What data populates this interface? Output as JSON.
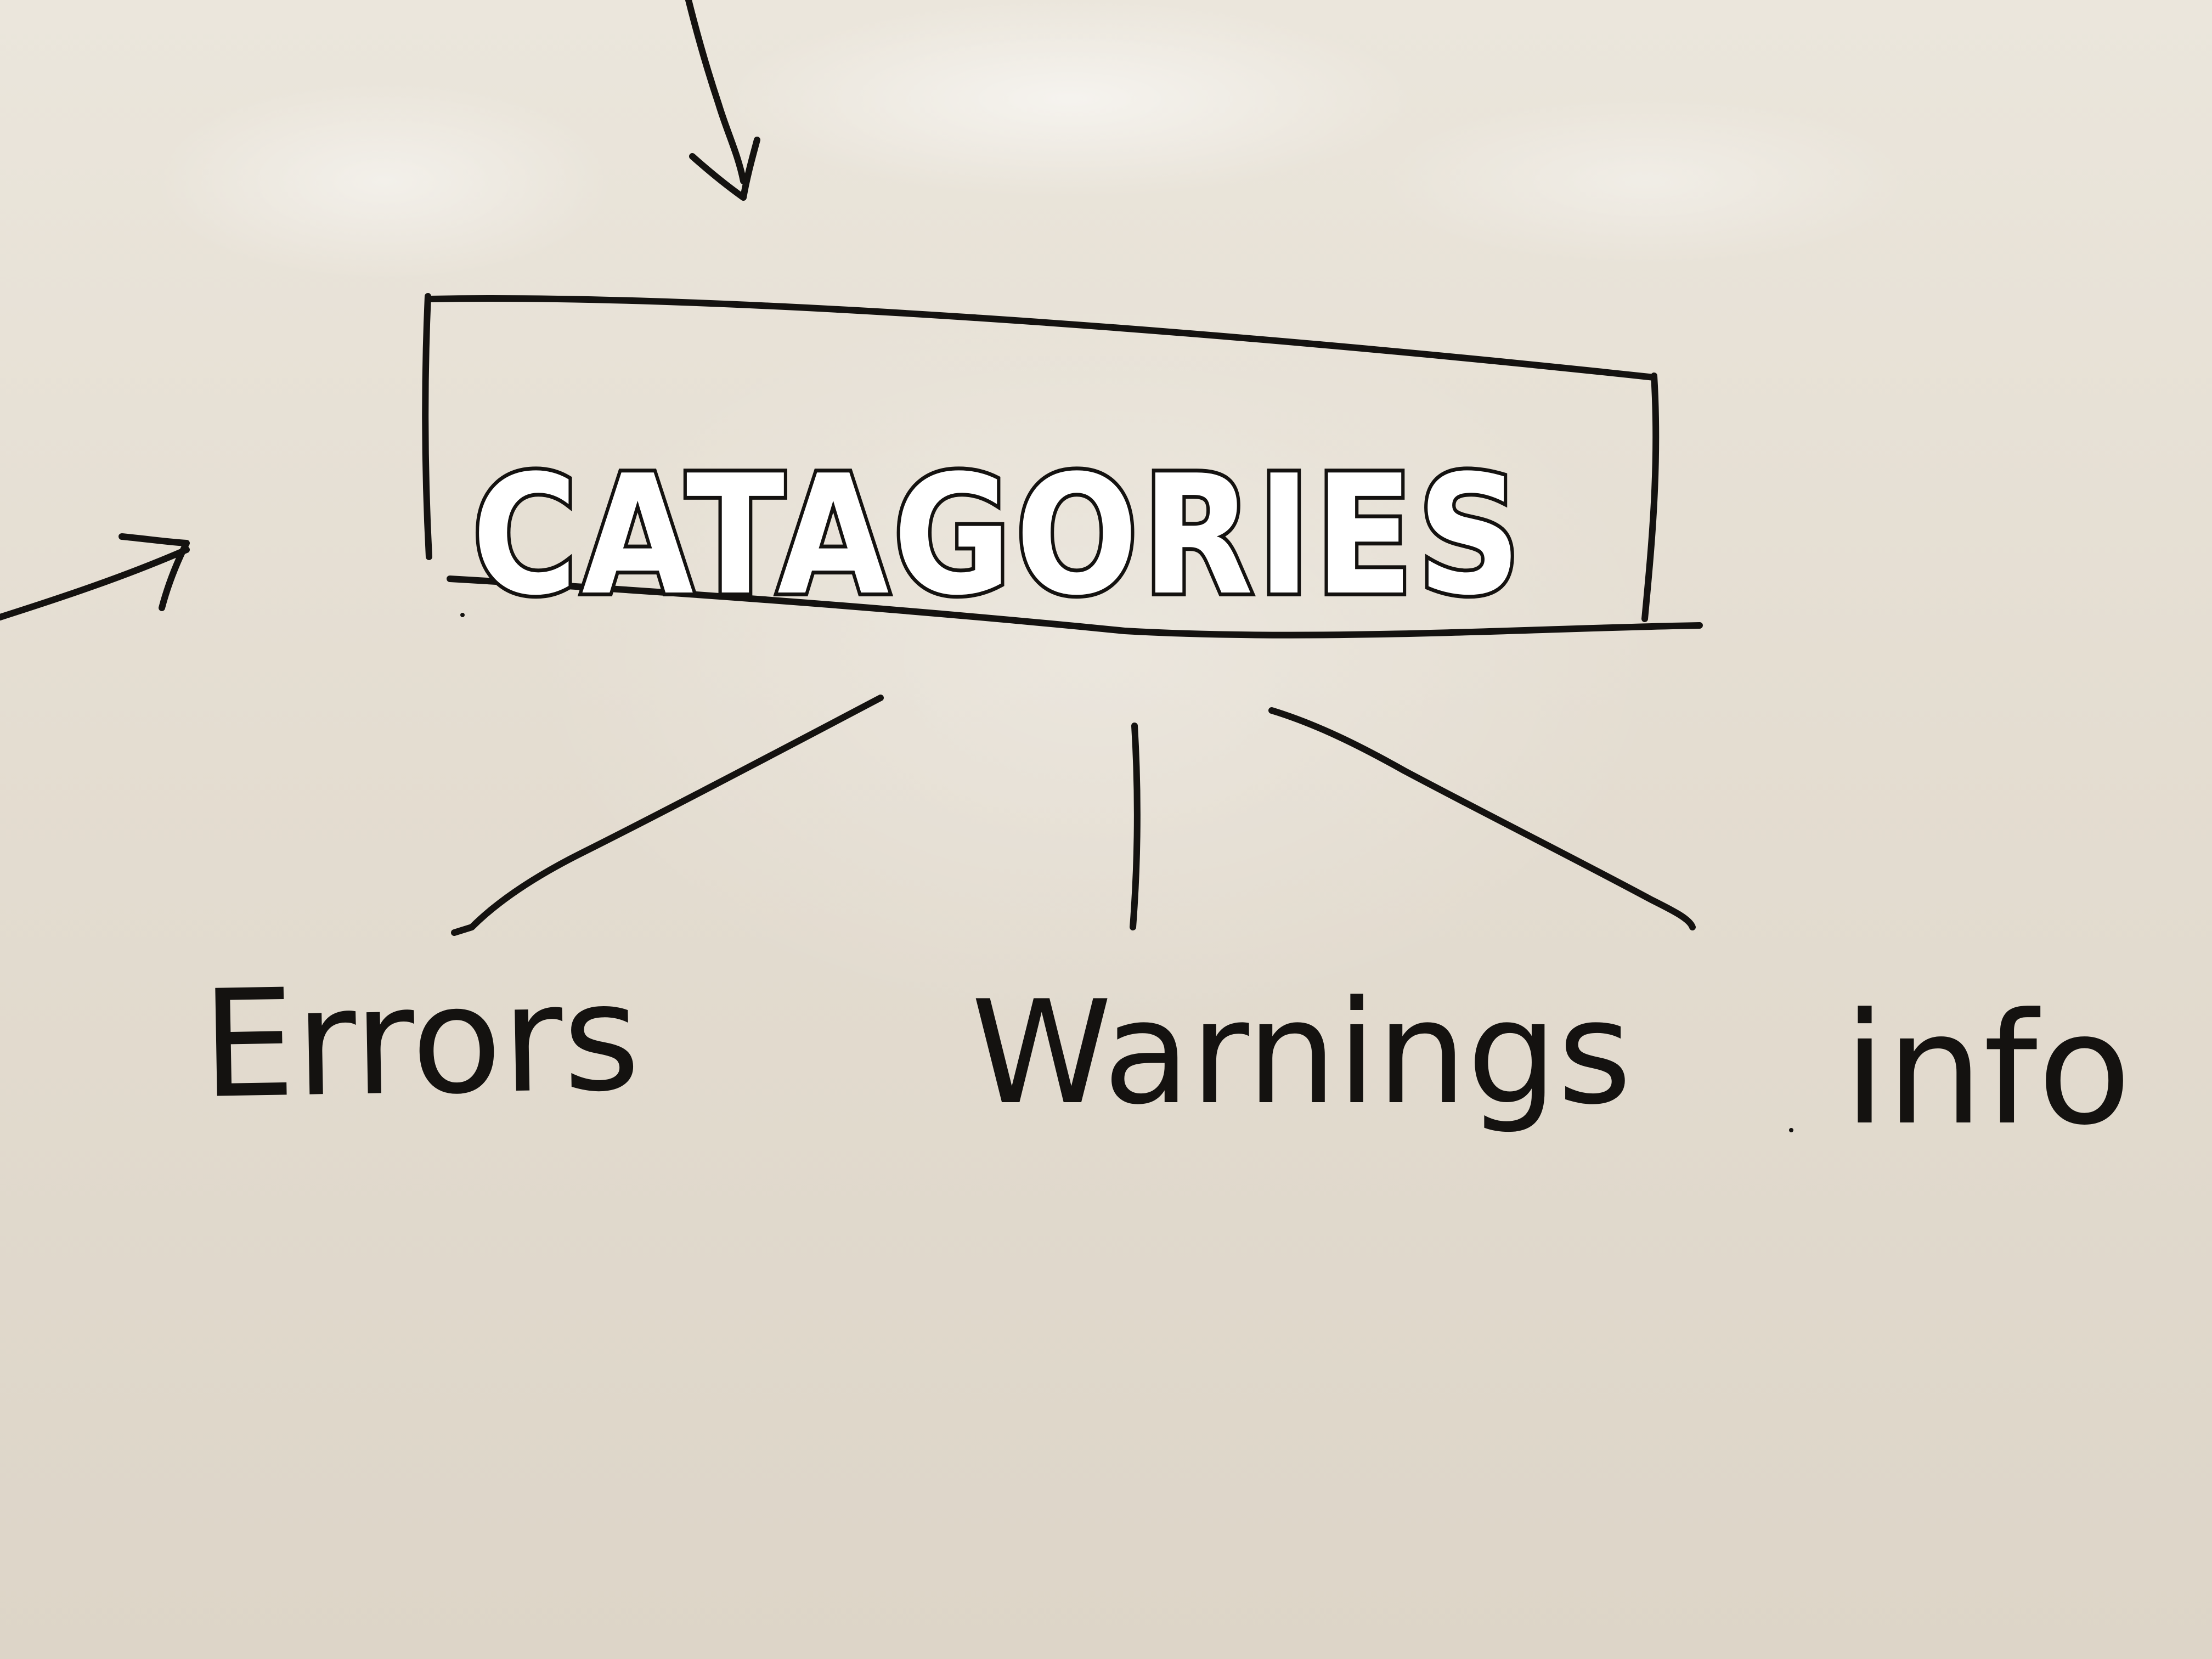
{
  "diagram": {
    "title": "CATAGORIES",
    "children": [
      {
        "label": "Errors"
      },
      {
        "label": "Warnings"
      },
      {
        "label": "info"
      }
    ]
  }
}
